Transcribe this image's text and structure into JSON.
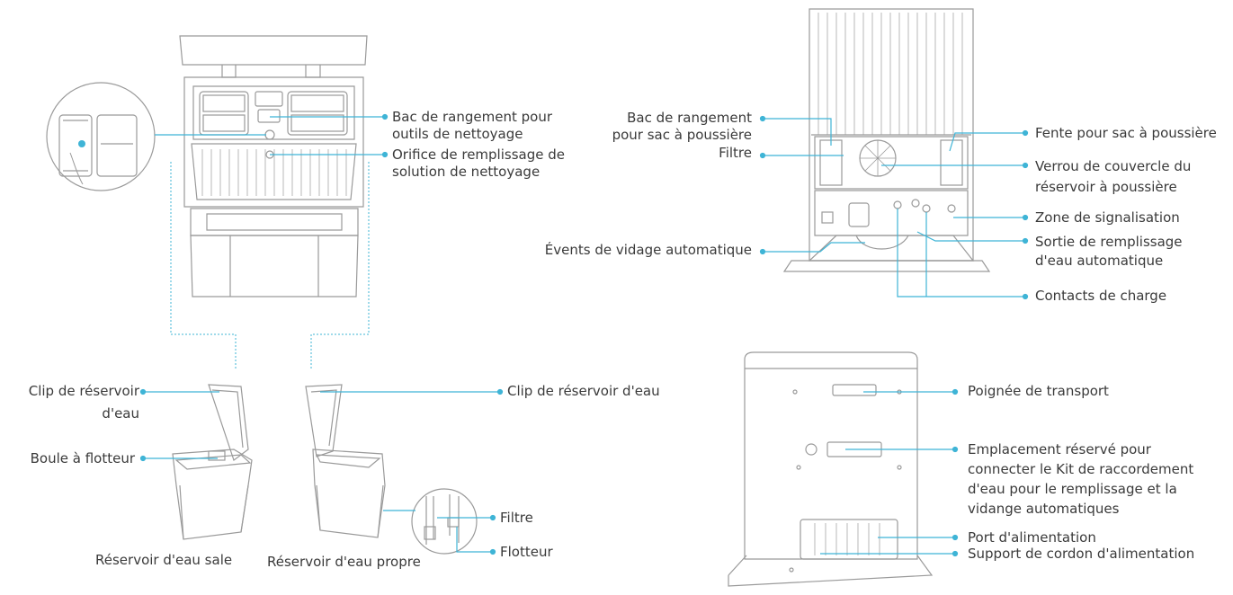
{
  "colors": {
    "accent": "#3fb4d6",
    "line": "#9a9a9a",
    "text": "#3a3a3a"
  },
  "labels": {
    "bac_outils_l1": "Bac de rangement pour",
    "bac_outils_l2": "outils de nettoyage",
    "orifice_l1": "Orifice de remplissage de",
    "orifice_l2": "solution de nettoyage",
    "bac_sac_l1": "Bac de rangement",
    "bac_sac_l2": "pour sac à poussière",
    "filtre_station": "Filtre",
    "events": "Évents de vidage automatique",
    "fente": "Fente pour sac à poussière",
    "verrou_l1": "Verrou de couvercle du",
    "verrou_l2": "réservoir à poussière",
    "zone": "Zone de signalisation",
    "sortie_l1": "Sortie de remplissage",
    "sortie_l2": "d'eau automatique",
    "contacts": "Contacts de charge",
    "clip_sale_l1": "Clip de réservoir",
    "clip_sale_l2": "d'eau",
    "boule": "Boule à flotteur",
    "reservoir_sale": "Réservoir d'eau sale",
    "reservoir_propre": "Réservoir d'eau propre",
    "clip_propre": "Clip de réservoir d'eau",
    "filtre_reservoir": "Filtre",
    "flotteur": "Flotteur",
    "poignee": "Poignée de transport",
    "emplacement_l1": "Emplacement réservé pour",
    "emplacement_l2": "connecter le Kit de raccordement",
    "emplacement_l3": "d'eau pour le remplissage et la",
    "emplacement_l4": "vidange automatiques",
    "port": "Port d'alimentation",
    "support": "Support de cordon d'alimentation"
  }
}
